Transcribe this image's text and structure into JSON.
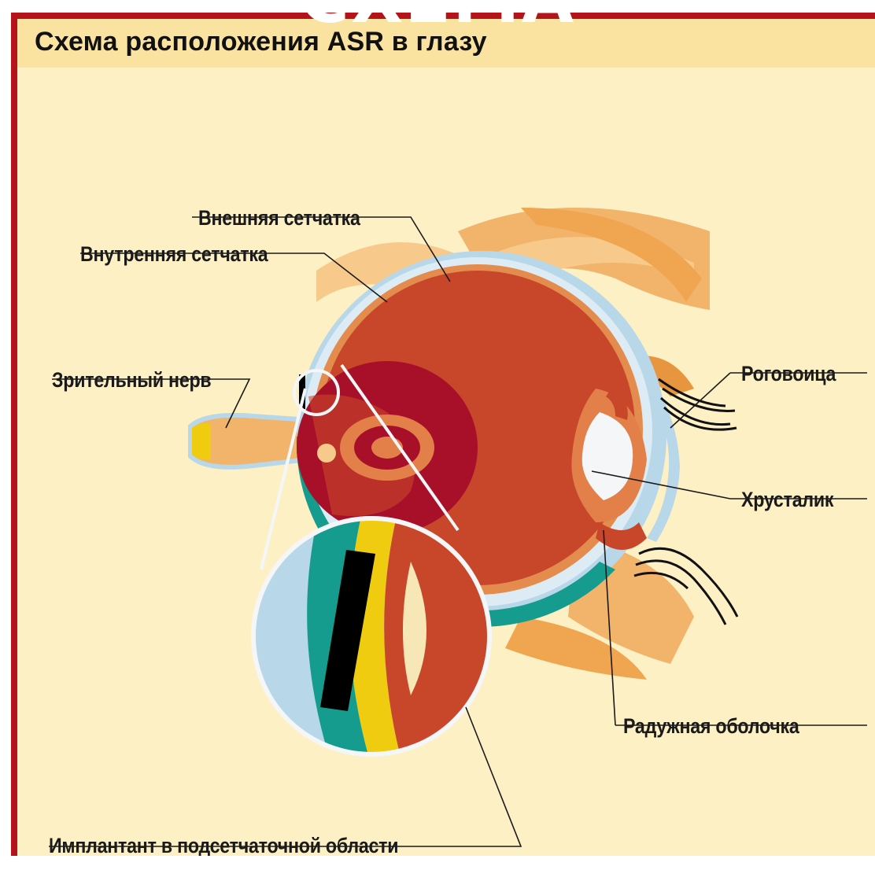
{
  "page": {
    "top_title": "СХЕМА",
    "title": "Схема расположения ASR в глазу"
  },
  "labels": {
    "outer_retina": "Внешняя сетчатка",
    "inner_retina": "Внутренняя сетчатка",
    "optic_nerve": "Зрительный нерв",
    "cornea": "Роговоица",
    "lens": "Хрусталик",
    "iris": "Радужная оболочка",
    "implant": "Имплантант в подсетчаточной области"
  },
  "colors": {
    "frame_red": "#b5121b",
    "panel_bg": "#fdf0c4",
    "header_bg": "#fae2a0",
    "eyeball": "#c8472b",
    "inner_dark": "#a8102a",
    "sclera_blue": "#b8d8ea",
    "teal": "#169c8e",
    "yellow": "#f0cc10",
    "orange_skin": "#f2b36a",
    "black": "#000000"
  }
}
